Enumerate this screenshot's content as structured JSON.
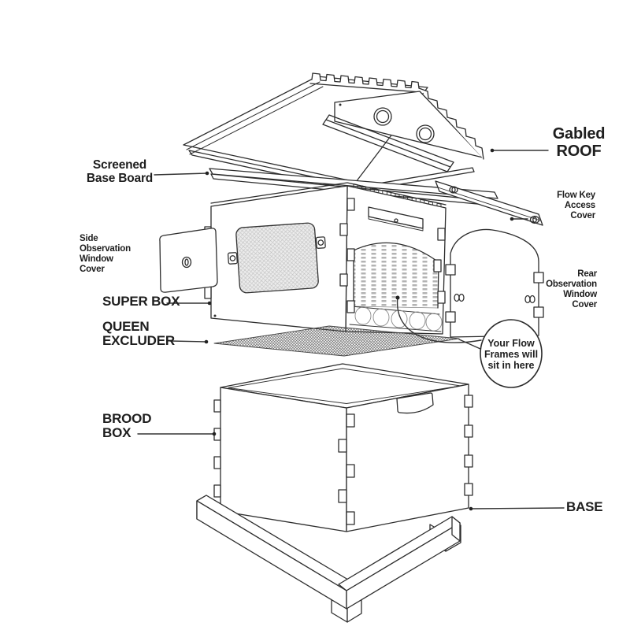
{
  "diagram_type": "exploded-beehive-parts-diagram",
  "labels": {
    "gabled_roof": "Gabled\nROOF",
    "screened_base_board": "Screened\nBase Board",
    "flow_key_access_cover": "Flow Key\nAccess\nCover",
    "side_observation_window_cover": "Side\nObservation\nWindow\nCover",
    "super_box": "SUPER BOX",
    "queen_excluder": "QUEEN\nEXCLUDER",
    "rear_observation_window_cover": "Rear\nObservation\nWindow\nCover",
    "brood_box": "BROOD\nBOX",
    "base": "BASE",
    "flow_frames_callout": "Your Flow\nFrames will\nsit in here"
  },
  "colors": {
    "line": "#2d2d2d",
    "text": "#1e1e1e",
    "background": "#ffffff",
    "queen_excluder_mesh": "#4a4a4a",
    "window_mesh": "#bcbcbc",
    "flow_frames": "#adadad"
  }
}
